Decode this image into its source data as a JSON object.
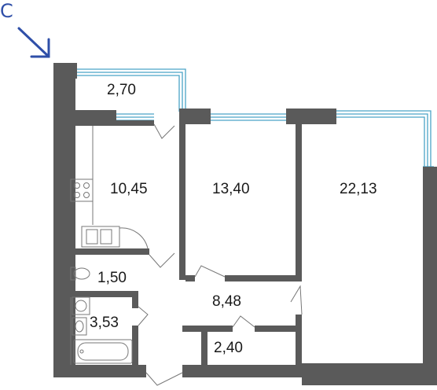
{
  "compass": {
    "letter": "С",
    "color": "#2f4fa8"
  },
  "colors": {
    "wall": "#5a5a5a",
    "glazing": "#4aa3c7",
    "fixture": "#777777"
  },
  "rooms": [
    {
      "id": "balcony",
      "label": "2,70"
    },
    {
      "id": "kitchen",
      "label": "10,45"
    },
    {
      "id": "bedroom",
      "label": "13,40"
    },
    {
      "id": "living",
      "label": "22,13"
    },
    {
      "id": "wc",
      "label": "1,50"
    },
    {
      "id": "hall",
      "label": "8,48"
    },
    {
      "id": "bathroom",
      "label": "3,53"
    },
    {
      "id": "storage",
      "label": "2,40"
    }
  ]
}
